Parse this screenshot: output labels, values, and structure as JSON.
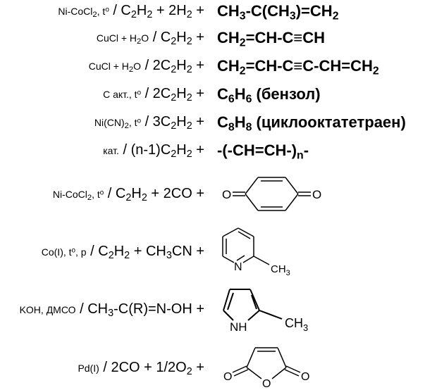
{
  "reactions": [
    {
      "cond": [
        "Ni-CoCl",
        {
          "sub": "2"
        },
        ", t",
        {
          "sup": "o"
        }
      ],
      "reagents": [
        " / C",
        {
          "sub": "2"
        },
        "H",
        {
          "sub": "2"
        },
        " + 2H",
        {
          "sub": "2"
        },
        " +"
      ],
      "product": [
        "CH",
        {
          "sub": "3"
        },
        "-C(CH",
        {
          "sub": "3"
        },
        ")=CH",
        {
          "sub": "2"
        }
      ]
    },
    {
      "cond": [
        "CuCl + H",
        {
          "sub": "2"
        },
        "O"
      ],
      "reagents": [
        " / C",
        {
          "sub": "2"
        },
        "H",
        {
          "sub": "2"
        },
        " +"
      ],
      "product": [
        "CH",
        {
          "sub": "2"
        },
        "=CH-C≡CH"
      ]
    },
    {
      "cond": [
        "CuCl + H",
        {
          "sub": "2"
        },
        "O"
      ],
      "reagents": [
        " / 2C",
        {
          "sub": "2"
        },
        "H",
        {
          "sub": "2"
        },
        " +"
      ],
      "product": [
        "CH",
        {
          "sub": "2"
        },
        "=CH-C≡C-CH=CH",
        {
          "sub": "2"
        }
      ]
    },
    {
      "cond": [
        "C акт., t",
        {
          "sup": "o"
        }
      ],
      "reagents": [
        " / 2C",
        {
          "sub": "2"
        },
        "H",
        {
          "sub": "2"
        },
        " +"
      ],
      "product": [
        "C",
        {
          "sub": "6"
        },
        "H",
        {
          "sub": "6"
        },
        " (бензол)"
      ]
    },
    {
      "cond": [
        "Ni(CN)",
        {
          "sub": "2"
        },
        ", t",
        {
          "sup": "o"
        }
      ],
      "reagents": [
        " / 3C",
        {
          "sub": "2"
        },
        "H",
        {
          "sub": "2"
        },
        " +"
      ],
      "product": [
        "C",
        {
          "sub": "8"
        },
        "H",
        {
          "sub": "8"
        },
        " (циклооктатетраен)"
      ]
    },
    {
      "cond": [
        "кат."
      ],
      "reagents": [
        " / (n-1)C",
        {
          "sub": "2"
        },
        "H",
        {
          "sub": "2"
        },
        " +"
      ],
      "product": [
        "-(-CH=CH-)",
        {
          "sub": "n"
        },
        "-"
      ]
    },
    {
      "cond": [
        "Ni-CoCl",
        {
          "sub": "2"
        },
        ", t",
        {
          "sup": "o"
        }
      ],
      "reagents": [
        " / C",
        {
          "sub": "2"
        },
        "H",
        {
          "sub": "2"
        },
        " + 2CO +"
      ],
      "product": null
    },
    {
      "cond": [
        "Co(I), t",
        {
          "sup": "o"
        },
        ", p"
      ],
      "reagents": [
        " / C",
        {
          "sub": "2"
        },
        "H",
        {
          "sub": "2"
        },
        " + CH",
        {
          "sub": "3"
        },
        "CN +"
      ],
      "product": null
    },
    {
      "cond": [
        "KOH, ДМСО"
      ],
      "reagents": [
        " / CH",
        {
          "sub": "3"
        },
        "-C(R)=N-OH +"
      ],
      "product": null
    },
    {
      "cond": [
        "Pd(I)"
      ],
      "reagents": [
        " / 2CO + 1/2O",
        {
          "sub": "2"
        },
        " +"
      ],
      "product": null
    }
  ],
  "structures": {
    "quinone": {
      "o_left": "O",
      "o_right": "O"
    },
    "picoline": {
      "n": "N",
      "me": "CH",
      "me_sub": "3"
    },
    "pyrrole": {
      "nh": "NH",
      "me": "CH",
      "me_sub": "3"
    },
    "maleic": {
      "o_left": "O",
      "o_ring": "O",
      "o_right": "O"
    }
  }
}
